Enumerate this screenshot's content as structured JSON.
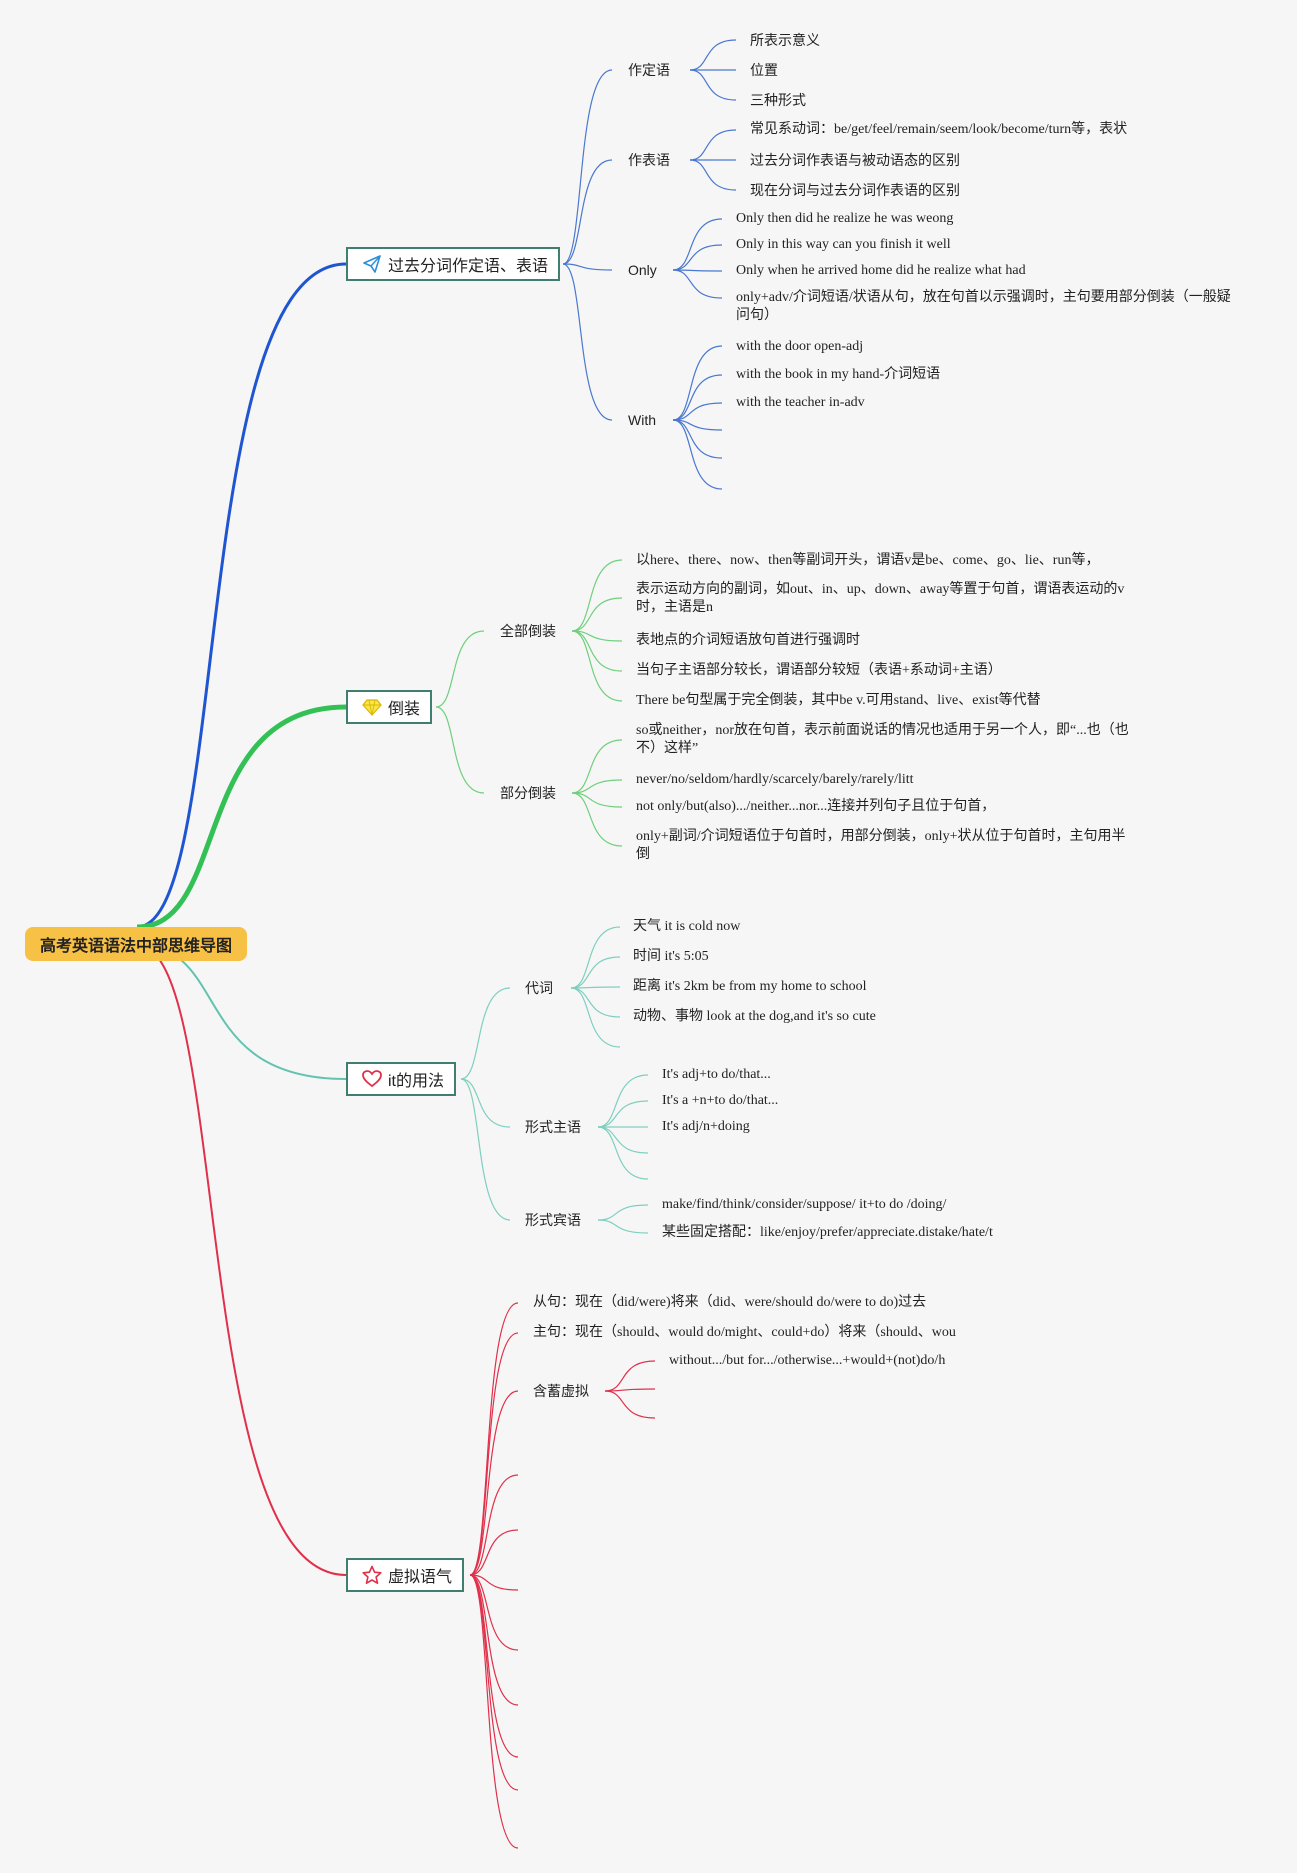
{
  "root": {
    "label": "高考英语语法中部思维导图",
    "color": "#f7c146"
  },
  "topics": [
    {
      "key": "past-participle",
      "label": "过去分词作定语、表语",
      "icon": "paper-plane-icon",
      "color": "#1f55d0",
      "branch_color": "#4a78cf",
      "groups": [
        {
          "label": "作定语",
          "items": [
            "所表示意义",
            "位置",
            "三种形式"
          ]
        },
        {
          "label": "作表语",
          "items": [
            "常见系动词：be/get/feel/remain/seem/look/become/turn等，表状",
            "过去分词作表语与被动语态的区别",
            "现在分词与过去分词作表语的区别"
          ]
        },
        {
          "label": "Only",
          "items": [
            "Only then did he realize he was weong",
            "Only in this way can you finish it well",
            "Only when he arrived home did he realize what had",
            "only+adv/介词短语/状语从句，放在句首以示强调时，主句要用部分倒装（一般疑问句）"
          ]
        },
        {
          "label": "With",
          "items": [
            "with the door open-adj",
            "with the book in my hand-介词短语",
            "with the teacher in-adv",
            "",
            "",
            ""
          ]
        }
      ]
    },
    {
      "key": "inversion",
      "label": "倒装",
      "icon": "diamond-icon",
      "color": "#33c155",
      "branch_color": "#6fd07b",
      "groups": [
        {
          "label": "全部倒装",
          "items": [
            "以here、there、now、then等副词开头，谓语v是be、come、go、lie、run等，",
            "表示运动方向的副词，如out、in、up、down、away等置于句首，谓语表运动的v时，主语是n",
            "表地点的介词短语放句首进行强调时",
            "当句子主语部分较长，谓语部分较短（表语+系动词+主语）",
            "There be句型属于完全倒装，其中be v.可用stand、live、exist等代替"
          ]
        },
        {
          "label": "部分倒装",
          "items": [
            "so或neither，nor放在句首，表示前面说话的情况也适用于另一个人，即“...也（也不）这样”",
            "never/no/seldom/hardly/scarcely/barely/rarely/litt",
            "not only/but(also).../neither...nor...连接并列句子且位于句首，",
            "only+副词/介词短语位于句首时，用部分倒装，only+状从位于句首时，主句用半倒"
          ]
        }
      ]
    },
    {
      "key": "it-usage",
      "label": "it的用法",
      "icon": "heart-icon",
      "color": "#63c3b0",
      "branch_color": "#7fcfbf",
      "groups": [
        {
          "label": "代词",
          "items": [
            "天气 it is cold now",
            "时间 it's 5:05",
            "距离 it's 2km be from my home to school",
            "动物、事物 look at the dog,and it's so cute",
            ""
          ]
        },
        {
          "label": "形式主语",
          "items": [
            "It's adj+to do/that...",
            "It's a +n+to do/that...",
            "It's adj/n+doing",
            "",
            ""
          ]
        },
        {
          "label": "形式宾语",
          "items": [
            "make/find/think/consider/suppose/ it+to do /doing/",
            "某些固定搭配：like/enjoy/prefer/appreciate.distake/hate/t"
          ]
        }
      ]
    },
    {
      "key": "subjunctive",
      "label": "虚拟语气",
      "icon": "star-icon",
      "color": "#e0304a",
      "branch_color": "#e0304a",
      "groups": [
        {
          "label": "从句：现在（did/were)将来（did、were/should do/were to do)过去",
          "items": []
        },
        {
          "label": "主句：现在（should、would do/might、could+do）将来（should、wou",
          "items": []
        },
        {
          "label": "含蓄虚拟",
          "items": [
            "without.../but for.../otherwise...+would+(not)do/h",
            "",
            ""
          ]
        },
        {
          "label": "",
          "items": []
        },
        {
          "label": "",
          "items": []
        },
        {
          "label": "",
          "items": []
        },
        {
          "label": "",
          "items": []
        },
        {
          "label": "",
          "items": []
        },
        {
          "label": "",
          "items": []
        },
        {
          "label": "",
          "items": []
        },
        {
          "label": "",
          "items": []
        }
      ]
    }
  ]
}
